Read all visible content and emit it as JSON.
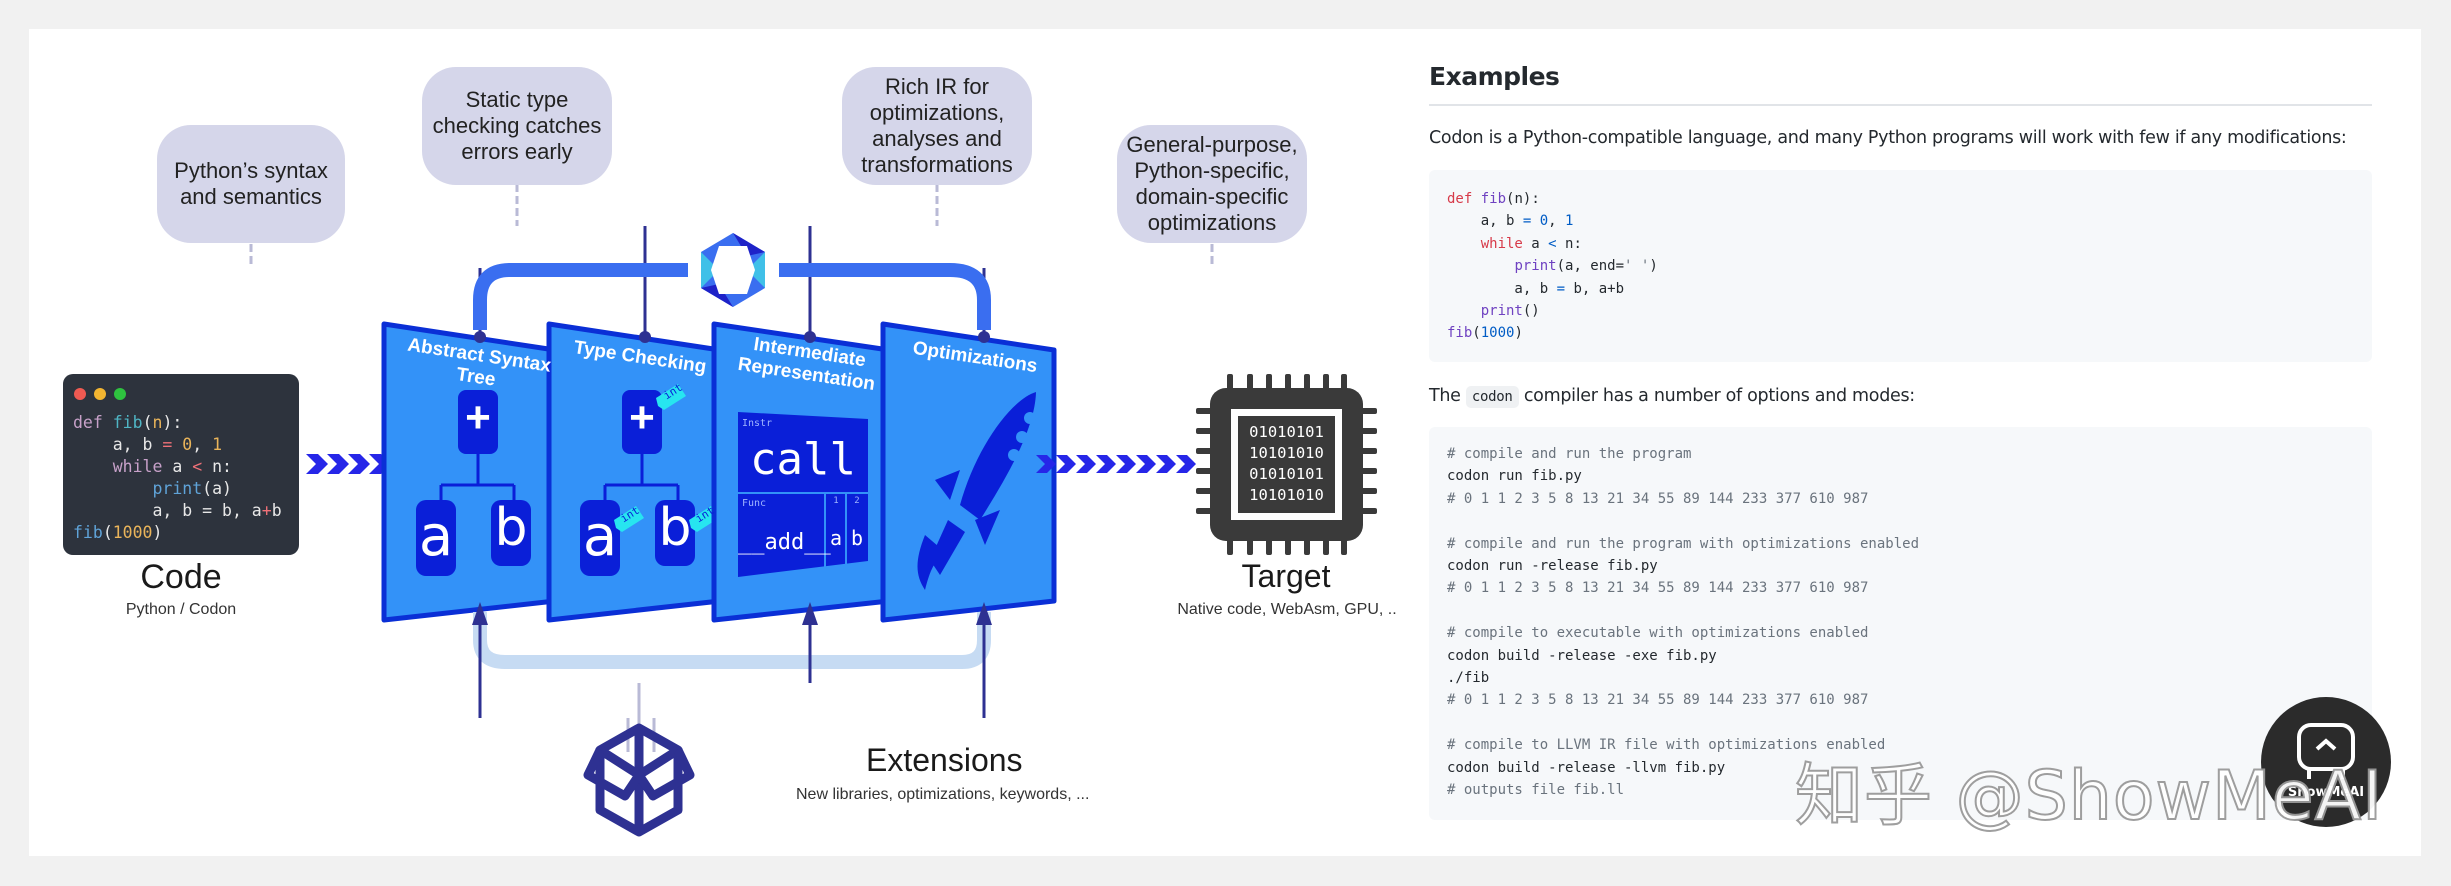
{
  "diagram": {
    "callouts": [
      {
        "id": "ast",
        "text": "Python’s syntax\nand semantics"
      },
      {
        "id": "types",
        "text": "Static type\nchecking catches\nerrors early"
      },
      {
        "id": "ir",
        "text": "Rich IR for\noptimizations,\nanalyses and\ntransformations"
      },
      {
        "id": "opt",
        "text": "General-purpose,\nPython-specific,\ndomain-specific\noptimizations"
      }
    ],
    "code_window": {
      "lines": [
        "def fib(n):",
        "    a, b = 0, 1",
        "    while a < n:",
        "        print(a)",
        "        a, b = b, a+b",
        "fib(1000)"
      ],
      "title": "Code",
      "subtitle": "Python / Codon"
    },
    "stages": [
      {
        "title": "Abstract Syntax Tree",
        "nodes": {
          "root": "+",
          "left": "a",
          "right": "b"
        }
      },
      {
        "title": "Type Checking",
        "nodes": {
          "root": "+",
          "left": "a",
          "right": "b"
        },
        "type_tag": "int"
      },
      {
        "title": "Intermediate\nRepresentation",
        "ir": {
          "instr_label": "Instr",
          "instr": "call",
          "func_label": "Func",
          "func": "__add__",
          "arg1_label": "1",
          "arg1": "a",
          "arg2_label": "2",
          "arg2": "b"
        }
      },
      {
        "title": "Optimizations"
      }
    ],
    "target": {
      "chip_bits": [
        "01010101",
        "10101010",
        "01010101",
        "10101010"
      ],
      "title": "Target",
      "subtitle": "Native code, WebAsm, GPU, .."
    },
    "extensions": {
      "title": "Extensions",
      "subtitle": "New libraries, optimizations, keywords, ..."
    },
    "colors": {
      "panel": "#3392f8",
      "panel_edge": "#0a2fd6",
      "node": "#0a1fd8",
      "arrow": "#2626e8",
      "connector": "#2e3192",
      "callout_bg": "#d5d6ea",
      "type_tag": "#27e5f0"
    }
  },
  "doc": {
    "heading": "Examples",
    "intro": "Codon is a Python-compatible language, and many Python programs will work with few if any modifications:",
    "example_code": [
      "def fib(n):",
      "    a, b = 0, 1",
      "    while a < n:",
      "        print(a, end=' ')",
      "        a, b = b, a+b",
      "    print()",
      "fib(1000)"
    ],
    "options_pre": "The",
    "options_code": "codon",
    "options_post": "compiler has a number of options and modes:",
    "cli_code": [
      "# compile and run the program",
      "codon run fib.py",
      "# 0 1 1 2 3 5 8 13 21 34 55 89 144 233 377 610 987",
      "",
      "# compile and run the program with optimizations enabled",
      "codon run -release fib.py",
      "# 0 1 1 2 3 5 8 13 21 34 55 89 144 233 377 610 987",
      "",
      "# compile to executable with optimizations enabled",
      "codon build -release -exe fib.py",
      "./fib",
      "# 0 1 1 2 3 5 8 13 21 34 55 89 144 233 377 610 987",
      "",
      "# compile to LLVM IR file with optimizations enabled",
      "codon build -release -llvm fib.py",
      "# outputs file fib.ll"
    ]
  },
  "watermark": {
    "text": "知乎 @ShowMeAI",
    "logo_text": "ShowMeAI"
  }
}
